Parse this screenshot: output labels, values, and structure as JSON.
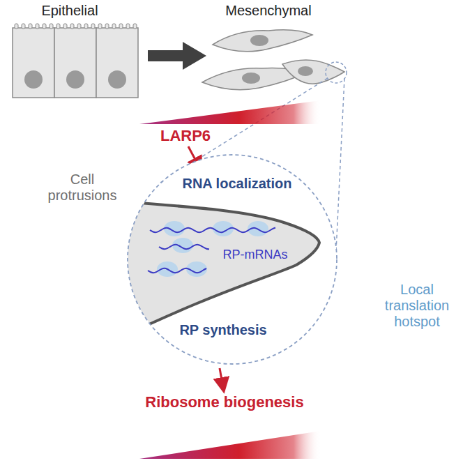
{
  "diagram": {
    "nodes": [
      {
        "text": [
          "RNA localization",
          "RP-mRNAs",
          "RP synthesis"
        ]
      }
    ],
    "labels": [
      "Epithelial",
      "Mesenchymal",
      "LARP6",
      "Cell protrusions",
      "Local translation hotspot",
      "Ribosome biogenesis"
    ]
  }
}
